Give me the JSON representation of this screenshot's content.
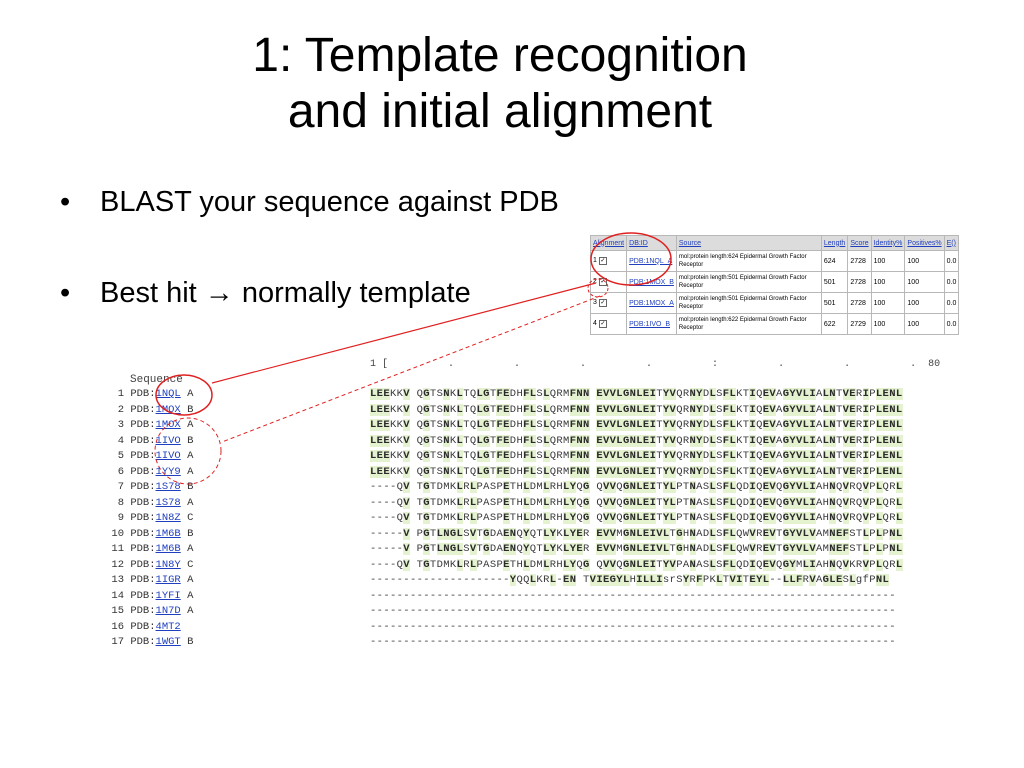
{
  "title": {
    "line1": "1: Template recognition",
    "line2": "and initial alignment"
  },
  "bullets": [
    "BLAST your sequence against PDB",
    "Best hit → normally template"
  ],
  "bullet_glyph": "•",
  "blast_table": {
    "headers": [
      "Alignment",
      "DB:ID",
      "Source",
      "Length",
      "Score",
      "Identity%",
      "Positives%",
      "E()"
    ],
    "rows": [
      {
        "n": "1",
        "id": "PDB:1NQL_A",
        "source": "mol:protein length:624 Epidermal Growth Factor Receptor",
        "length": "624",
        "score": "2728",
        "identity": "100",
        "positives": "100",
        "e": "0.0"
      },
      {
        "n": "2",
        "id": "PDB:1MOX_B",
        "source": "mol:protein length:501 Epidermal Growth Factor Receptor",
        "length": "501",
        "score": "2728",
        "identity": "100",
        "positives": "100",
        "e": "0.0"
      },
      {
        "n": "3",
        "id": "PDB:1MOX_A",
        "source": "mol:protein length:501 Epidermal Growth Factor Receptor",
        "length": "501",
        "score": "2728",
        "identity": "100",
        "positives": "100",
        "e": "0.0"
      },
      {
        "n": "4",
        "id": "PDB:1IVO_B",
        "source": "mol:protein length:622 Epidermal Growth Factor Receptor",
        "length": "622",
        "score": "2729",
        "identity": "100",
        "positives": "100",
        "e": "0.0"
      }
    ]
  },
  "alignment": {
    "ruler": "1 [          .          .          .          .          :          .          .          .  80",
    "header": "Sequence",
    "rows": [
      {
        "n": "1",
        "pdb": "PDB:",
        "id": "1NQL",
        "chain": "A",
        "seq": "LEEKKV QGTSNKLTQLGTFEDHFLSLQRMFNN EVVLGNLEITYVQRNYDLSFLKTIQEVAGYVLIALNTVERIPLENL"
      },
      {
        "n": "2",
        "pdb": "PDB:",
        "id": "1MOX",
        "chain": "B",
        "seq": "LEEKKV QGTSNKLTQLGTFEDHFLSLQRMFNN EVVLGNLEITYVQRNYDLSFLKTIQEVAGYVLIALNTVERIPLENL"
      },
      {
        "n": "3",
        "pdb": "PDB:",
        "id": "1MOX",
        "chain": "A",
        "seq": "LEEKKV QGTSNKLTQLGTFEDHFLSLQRMFNN EVVLGNLEITYVQRNYDLSFLKTIQEVAGYVLIALNTVERIPLENL"
      },
      {
        "n": "4",
        "pdb": "PDB:",
        "id": "1IVO",
        "chain": "B",
        "seq": "LEEKKV QGTSNKLTQLGTFEDHFLSLQRMFNN EVVLGNLEITYVQRNYDLSFLKTIQEVAGYVLIALNTVERIPLENL"
      },
      {
        "n": "5",
        "pdb": "PDB:",
        "id": "1IVO",
        "chain": "A",
        "seq": "LEEKKV QGTSNKLTQLGTFEDHFLSLQRMFNN EVVLGNLEITYVQRNYDLSFLKTIQEVAGYVLIALNTVERIPLENL"
      },
      {
        "n": "6",
        "pdb": "PDB:",
        "id": "1YY9",
        "chain": "A",
        "seq": "LEEKKV QGTSNKLTQLGTFEDHFLSLQRMFNN EVVLGNLEITYVQRNYDLSFLKTIQEVAGYVLIALNTVERIPLENL"
      },
      {
        "n": "7",
        "pdb": "PDB:",
        "id": "1S78",
        "chain": "B",
        "seq": "----QV TGTDMKLRLPASPETHLDMLRHLYQG QVVQGNLEITYLPTNASLSFLQDIQEVQGYVLIAHNQVRQVPLQRL"
      },
      {
        "n": "8",
        "pdb": "PDB:",
        "id": "1S78",
        "chain": "A",
        "seq": "----QV TGTDMKLRLPASPETHLDMLRHLYQG QVVQGNLEITYLPTNASLSFLQDIQEVQGYVLIAHNQVRQVPLQRL"
      },
      {
        "n": "9",
        "pdb": "PDB:",
        "id": "1N8Z",
        "chain": "C",
        "seq": "----QV TGTDMKLRLPASPETHLDMLRHLYQG QVVQGNLEITYLPTNASLSFLQDIQEVQGYVLIAHNQVRQVPLQRL"
      },
      {
        "n": "10",
        "pdb": "PDB:",
        "id": "1M6B",
        "chain": "B",
        "seq": "-----V PGTLNGLSVTGDAENQYQTLYKLYER EVVMGNLEIVLTGHNADLSFLQWVREVTGYVLVAMNEFSTLPLPNL"
      },
      {
        "n": "11",
        "pdb": "PDB:",
        "id": "1M6B",
        "chain": "A",
        "seq": "-----V PGTLNGLSVTGDAENQYQTLYKLYER EVVMGNLEIVLTGHNADLSFLQWVREVTGYVLVAMNEFSTLPLPNL"
      },
      {
        "n": "12",
        "pdb": "PDB:",
        "id": "1N8Y",
        "chain": "C",
        "seq": "----QV TGTDMKLRLPASPETHLDMLRHLYQG QVVQGNLEITYVPANASLSFLQDIQEVQGYMLIAHNQVKRVPLQRL"
      },
      {
        "n": "13",
        "pdb": "PDB:",
        "id": "1IGR",
        "chain": "A",
        "seq": "---------------------YQQLKRL-EN TVIEGYLHILLIsrSYRFPKLTVITEYL--LLFRVAGLESLgfPNL"
      },
      {
        "n": "14",
        "pdb": "PDB:",
        "id": "1YFI",
        "chain": "A",
        "seq": "-------------------------------------------------------------------------------"
      },
      {
        "n": "15",
        "pdb": "PDB:",
        "id": "1N7D",
        "chain": "A",
        "seq": "-------------------------------------------------------------------------------"
      },
      {
        "n": "16",
        "pdb": "PDB:",
        "id": "4MT2",
        "chain": "",
        "seq": "-------------------------------------------------------------------------------"
      },
      {
        "n": "17",
        "pdb": "PDB:",
        "id": "1WGT",
        "chain": "B",
        "seq": "-------------------------------------------------------------------------------"
      }
    ]
  },
  "annotation_color": "#e02020"
}
